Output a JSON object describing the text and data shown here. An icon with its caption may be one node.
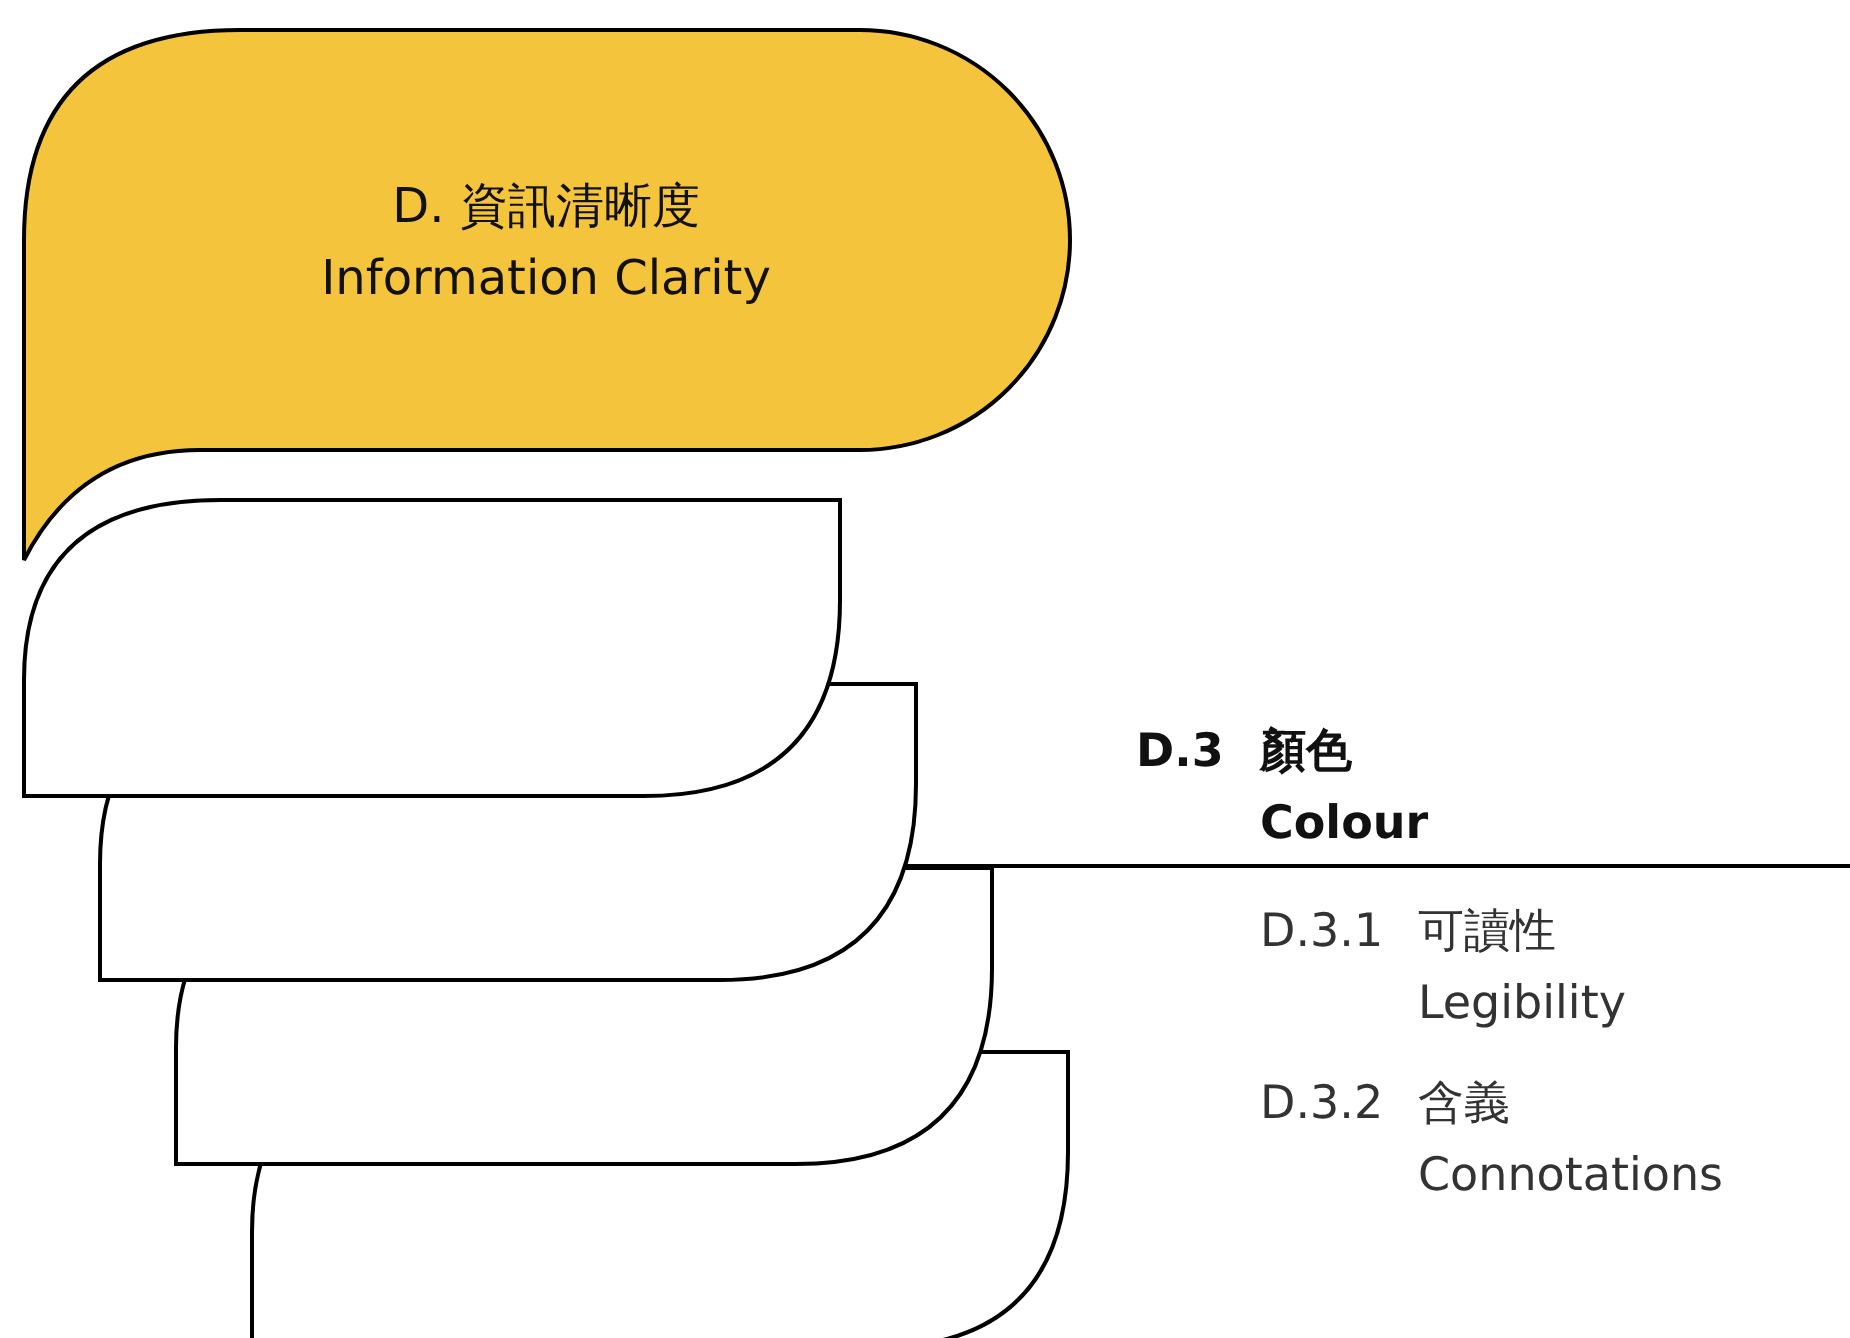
{
  "diagram": {
    "nodes": [
      {
        "text": [
          "D. 資訊清晰度 Information Clarity"
        ]
      },
      {
        "text": [],
        "shape": "box"
      },
      {
        "text": [],
        "shape": "box"
      },
      {
        "text": [],
        "shape": "box"
      },
      {
        "text": [],
        "shape": "box"
      }
    ],
    "labels": [
      "D.3",
      "顏色 Colour",
      "D.3.1",
      "可讀性 Legibility",
      "D.3.2",
      "含義 Connotations"
    ]
  }
}
